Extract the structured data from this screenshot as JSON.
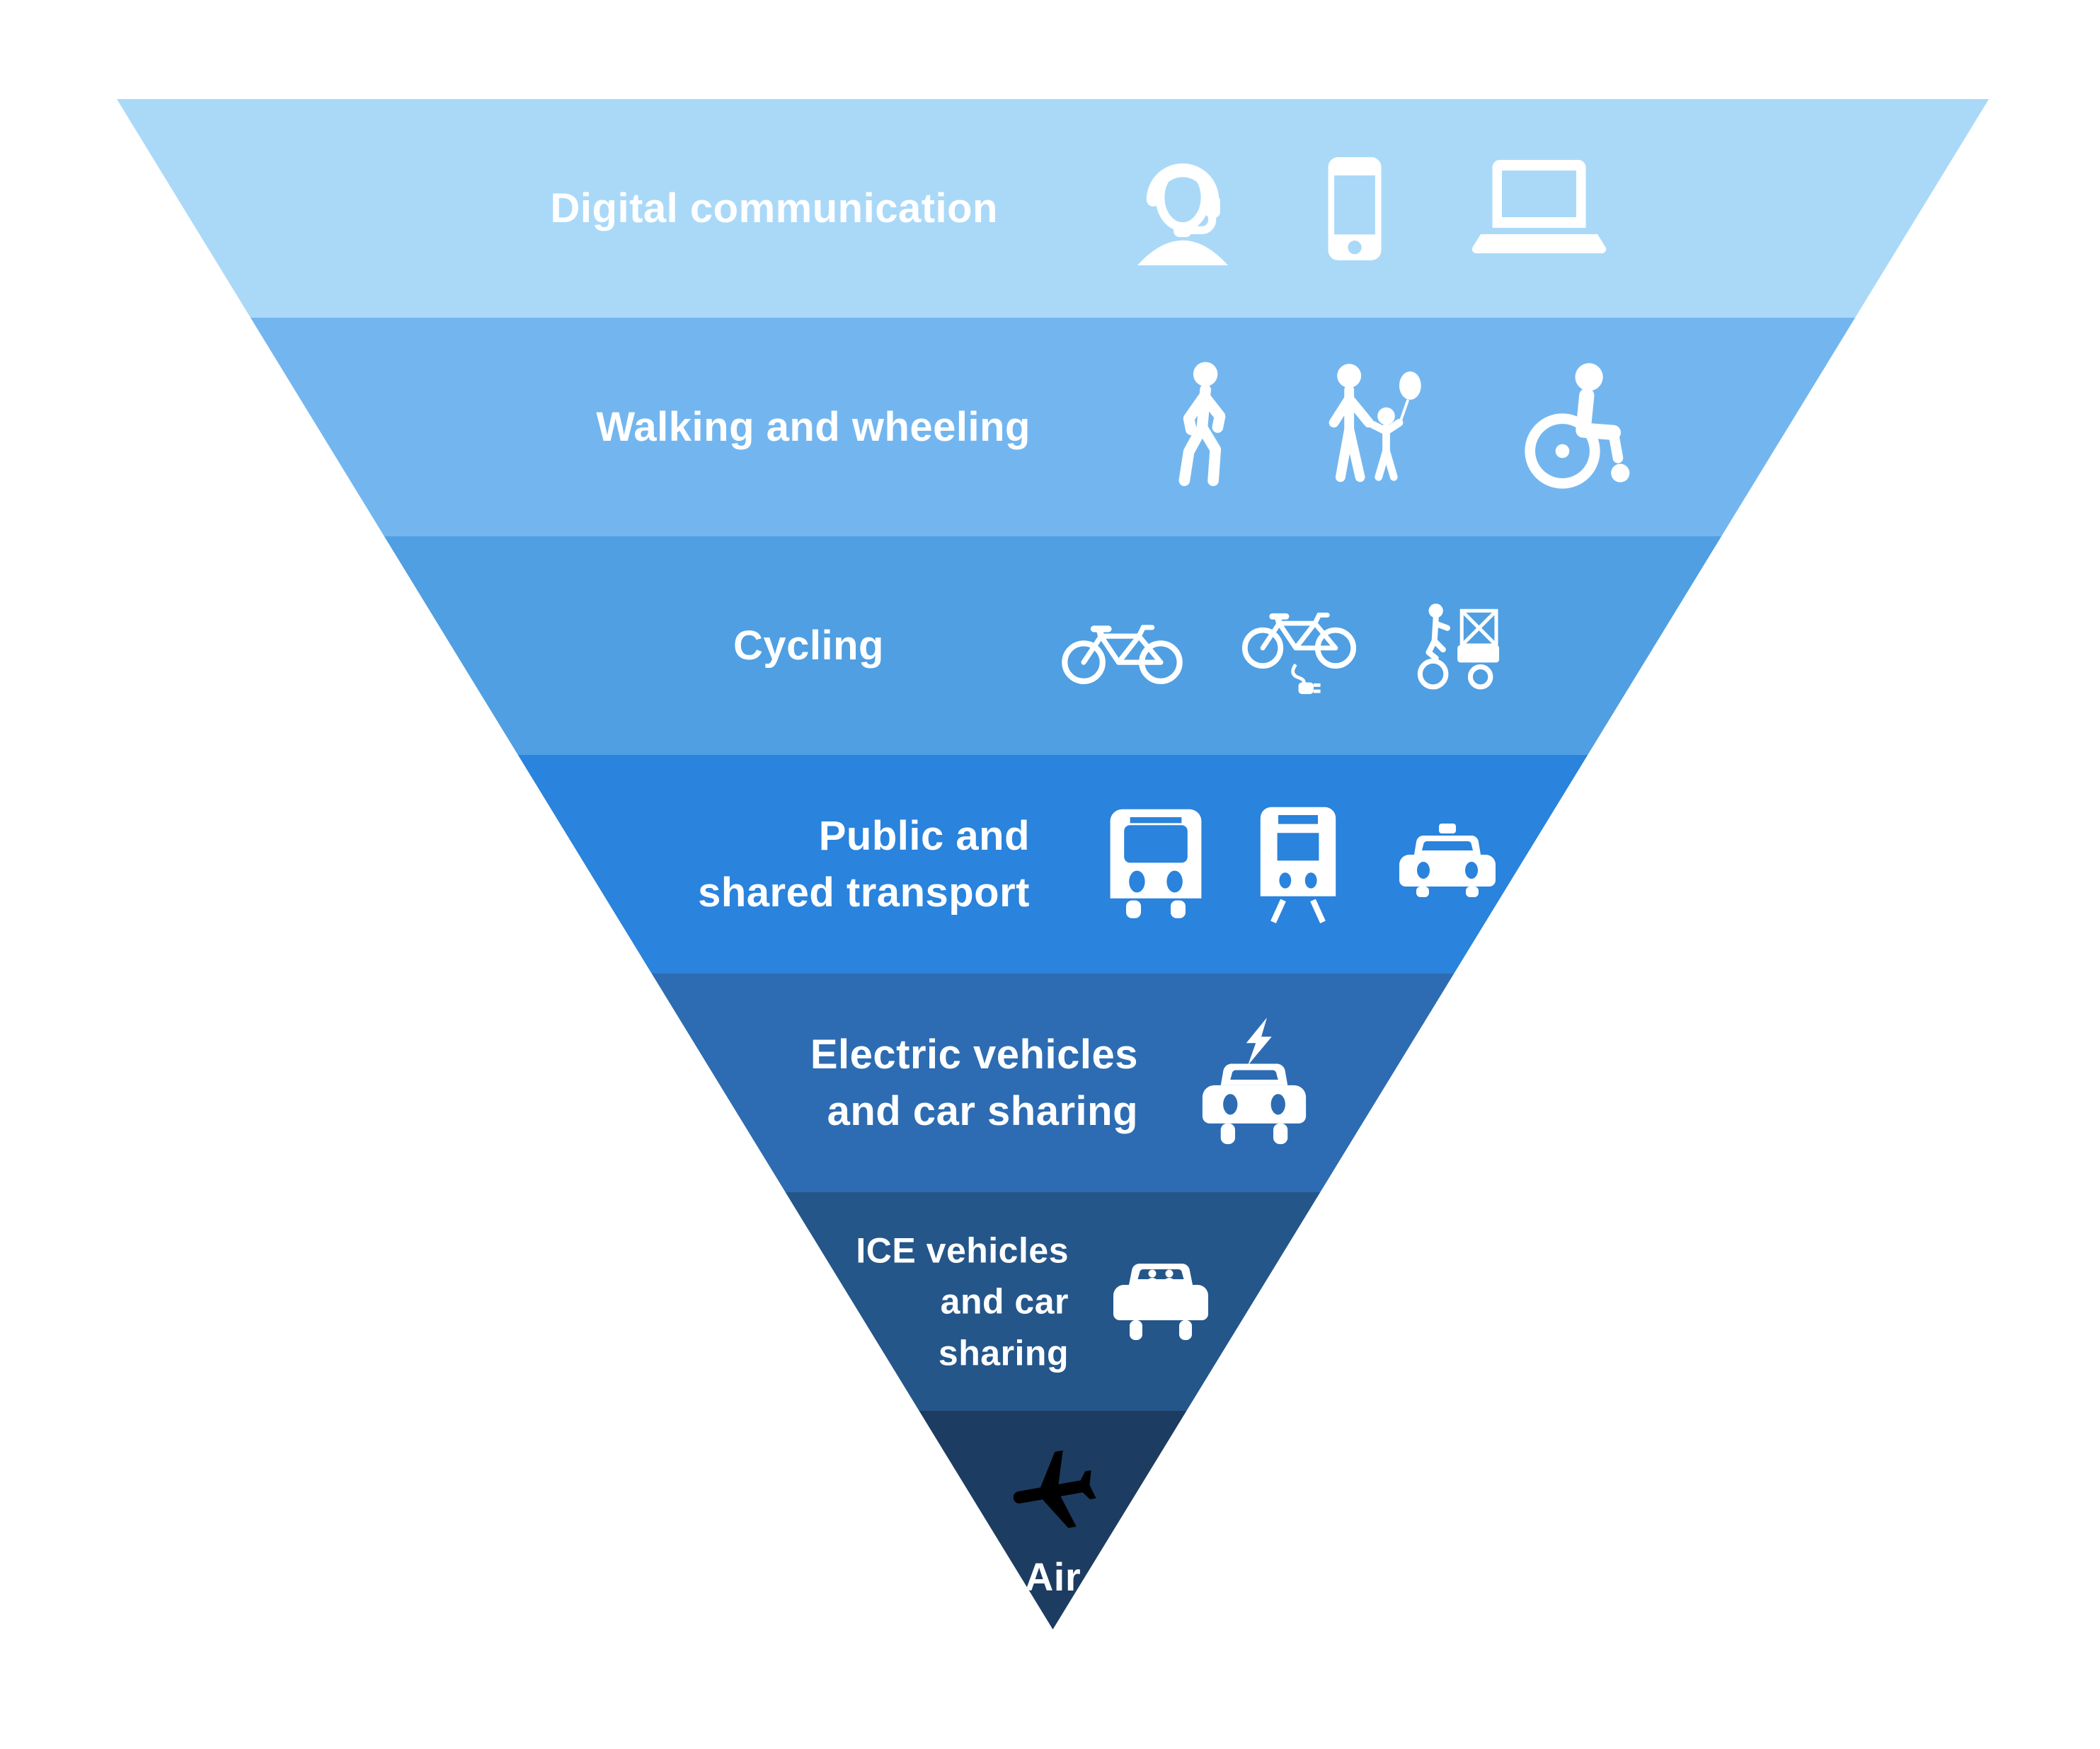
{
  "pyramid": {
    "shape": "inverted-triangle",
    "background": "#ffffff",
    "text_color": "#ffffff",
    "levels": [
      {
        "rank": 1,
        "label": "Digital communication",
        "lines": [
          "Digital communication"
        ],
        "color": "#aad9f8",
        "icons": [
          "headset-agent-icon",
          "smartphone-icon",
          "laptop-icon"
        ]
      },
      {
        "rank": 2,
        "label": "Walking and wheeling",
        "lines": [
          "Walking and wheeling"
        ],
        "color": "#73b6ef",
        "icons": [
          "pedestrian-icon",
          "adult-child-balloon-icon",
          "wheelchair-icon"
        ]
      },
      {
        "rank": 3,
        "label": "Cycling",
        "lines": [
          "Cycling"
        ],
        "color": "#4f9fe2",
        "icons": [
          "bicycle-icon",
          "e-bike-icon",
          "cargo-bike-icon"
        ]
      },
      {
        "rank": 4,
        "label": "Public and shared transport",
        "lines": [
          "Public and",
          "shared transport"
        ],
        "color": "#2a83dc",
        "icons": [
          "bus-icon",
          "tram-icon",
          "taxi-icon"
        ]
      },
      {
        "rank": 5,
        "label": "Electric vehicles and car sharing",
        "lines": [
          "Electric vehicles",
          "and car sharing"
        ],
        "color": "#2d6cb2",
        "icons": [
          "electric-car-icon"
        ]
      },
      {
        "rank": 6,
        "label": "ICE vehicles and car sharing",
        "lines": [
          "ICE vehicles",
          "and car",
          "sharing"
        ],
        "color": "#24568a",
        "icons": [
          "shared-car-icon"
        ]
      },
      {
        "rank": 7,
        "label": "Air",
        "lines": [
          "Air"
        ],
        "color": "#1d3c61",
        "icons": [
          "airplane-icon"
        ]
      }
    ]
  }
}
